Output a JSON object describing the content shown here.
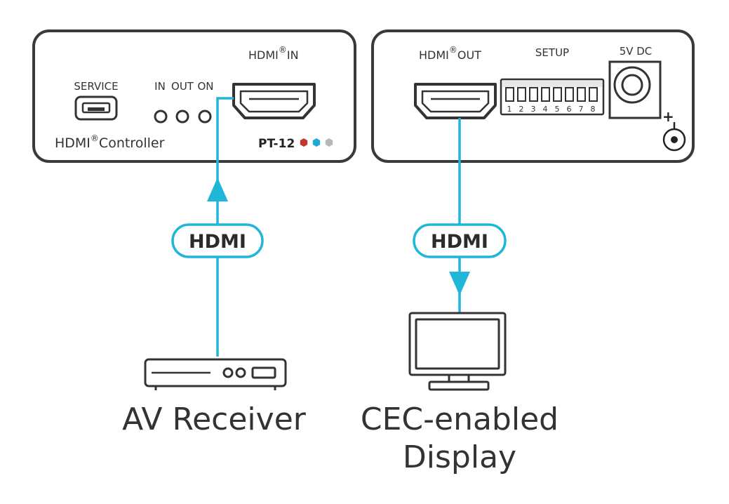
{
  "front_panel": {
    "service_label": "SERVICE",
    "controller_label": "HDMI",
    "controller_label_suffix": "Controller",
    "registered_mark": "®",
    "led_labels": [
      "IN",
      "OUT",
      "ON"
    ],
    "hdmi_in_label_prefix": "HDMI",
    "hdmi_in_label_suffix": "IN",
    "model": "PT-12",
    "model_dot_colors": [
      "#c0392b",
      "#1fa8d6",
      "#b8b8b8"
    ]
  },
  "rear_panel": {
    "hdmi_out_label_prefix": "HDMI",
    "hdmi_out_label_suffix": "OUT",
    "setup_label": "SETUP",
    "dip_numbers": [
      "1",
      "2",
      "3",
      "4",
      "5",
      "6",
      "7",
      "8"
    ],
    "power_label": "5V DC",
    "polarity_label": "+"
  },
  "connections": {
    "left_cable_label": "HDMI",
    "right_cable_label": "HDMI",
    "cable_color": "#1fb6d8"
  },
  "devices": {
    "source_line1": "AV Receiver",
    "sink_line1": "CEC-enabled",
    "sink_line2": "Display"
  }
}
